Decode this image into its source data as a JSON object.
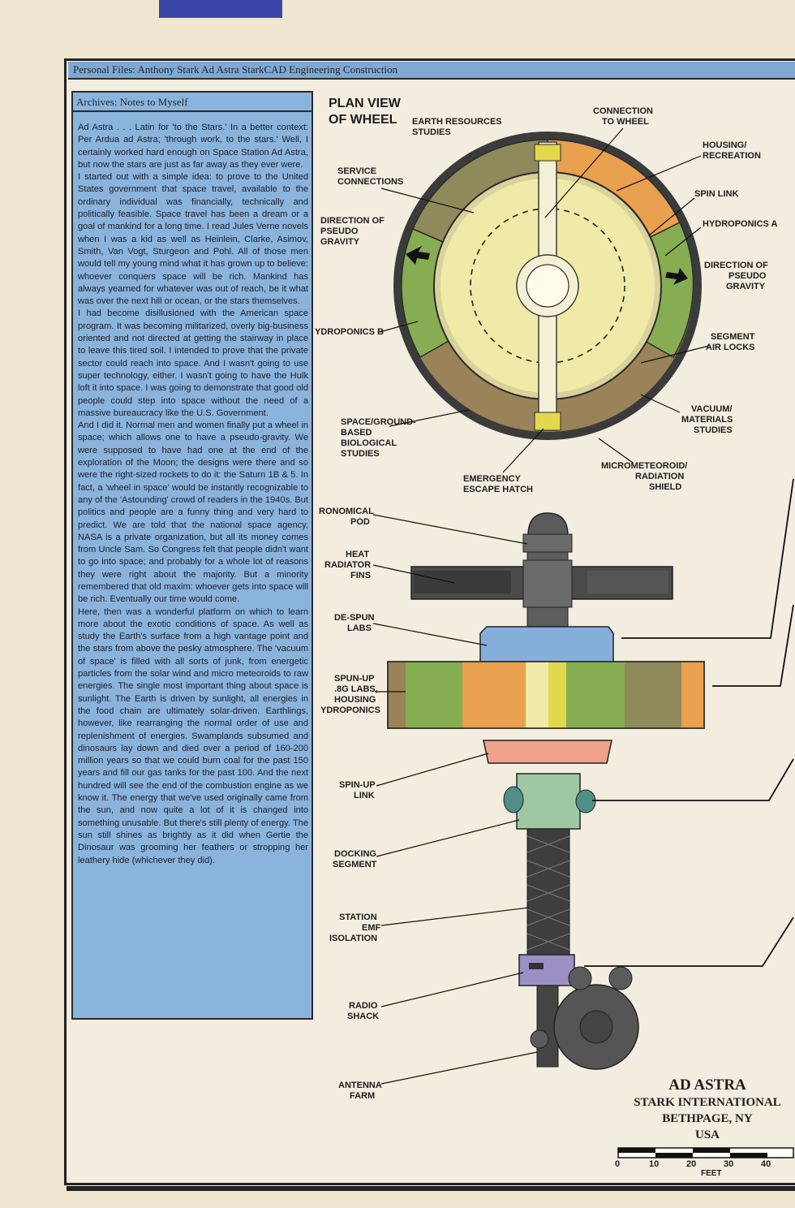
{
  "header": "Personal Files: Anthony Stark   Ad Astra   StarkCAD Engineering Construction",
  "notes": {
    "title": "Archives: Notes to Myself",
    "paragraphs": [
      "Ad Astra . . . Latin for 'to the Stars.' In a better context: Per Ardua ad Astra; 'through work, to the stars.' Well, I certainly worked hard enough on Space Station Ad Astra, but now the stars are just as far away as they ever were.",
      "I started out with a simple idea: to prove to the United States government that space travel, available to the ordinary individual was financially, technically and politically feasible. Space travel has been a dream or a goal of mankind for a long time. I read Jules Verne novels when I was a kid as well as Heinlein, Clarke, Asimov, Smith, Van Vogt, Sturgeon and Pohl. All of those men would tell my young mind what it has grown up to believe: whoever conquers space will be rich. Mankind has always yearned for whatever was out of reach, be it what was over the next hill or ocean, or the stars themselves.",
      "I had become disillusioned with the American space program. It was becoming militarized, overly big-business oriented and not directed at getting the stairway in place to leave this tired soil. I intended to prove that the private sector could reach into space. And I wasn't going to use super technology, either. I wasn't going to have the Hulk loft it into space. I was going to demonstrate that good old people could step into space without the need of a massive bureaucracy like the U.S. Government.",
      "And I did it. Normal men and women finally put a wheel in space; which allows one to have a pseudo-gravity. We were supposed to have had one at the end of the exploration of the Moon; the designs were there and so were the right-sized rockets to do it: the Saturn 1B & 5. In fact, a 'wheel in space' would be instantly recognizable to any of the 'Astounding' crowd of readers in the 1940s. But politics and people are a funny thing and very hard to predict. We are told that the national space agency, NASA is a private organization, but all its money comes from Uncle Sam. So Congress felt that people didn't want to go into space; and probably for a whole lot of reasons they were right about the majority. But a minority remembered that old maxim: whoever gets into space will be rich. Eventually our time would come.",
      "Here, then was a wonderful platform on which to learn more about the exotic conditions of space. As well as study the Earth's surface from a high vantage point and the stars from above the pesky atmosphere. The 'vacuum of space' is filled with all sorts of junk, from energetic particles from the solar wind and micro meteoroids to raw energies. The single most important thing about space is sunlight. The Earth is driven by sunlight, all energies in the food chain are ultimately solar-driven. Earthlings, however, like rearranging the normal order of use and replenishment of energies. Swamplands subsumed and dinosaurs lay down and died over a period of 160-200 million years so that we could burn coal for the past 150 years and fill our gas tanks for the past 100. And the next hundred will see the end of the combustion engine as we know it. The energy that we've used originally came from the sun, and now quite a lot of it is changed into something unusable. But there's still plenty of energy. The sun still shines as brightly as it did when Gertie the Dinosaur was grooming her feathers or stropping her leathery hide (whichever they did)."
    ]
  },
  "plan": {
    "title_1": "PLAN VIEW",
    "title_2": "OF WHEEL",
    "earth_resources": [
      "EARTH RESOURCES",
      "STUDIES"
    ],
    "connection": [
      "CONNECTION",
      "TO WHEEL"
    ],
    "housing": [
      "HOUSING/",
      "RECREATION"
    ],
    "service": [
      "SERVICE",
      "CONNECTIONS"
    ],
    "spin_link": "SPIN LINK",
    "hydroponics_a": "HYDROPONICS A",
    "dir_left": [
      "DIRECTION OF",
      "PSEUDO",
      "GRAVITY"
    ],
    "dir_right": [
      "DIRECTION OF",
      "PSEUDO",
      "GRAVITY"
    ],
    "hydroponics_b": "YDROPONICS B",
    "airlocks": [
      "SEGMENT",
      "AIR LOCKS"
    ],
    "space_ground": [
      "SPACE/GROUND-",
      "BASED",
      "BIOLOGICAL",
      "STUDIES"
    ],
    "vacuum": [
      "VACUUM/",
      "MATERIALS",
      "STUDIES"
    ],
    "emergency": [
      "EMERGENCY",
      "ESCAPE HATCH"
    ],
    "micrometeoroid": [
      "MICROMETEOROID/",
      "RADIATION",
      "SHIELD"
    ]
  },
  "side": {
    "astro_pod": [
      "RONOMICAL",
      "POD"
    ],
    "heat": [
      "HEAT",
      "RADIATOR",
      "FINS"
    ],
    "despun": [
      "DE-SPUN",
      "LABS"
    ],
    "spunup": [
      "SPUN-UP",
      ".8G LABS,",
      "HOUSING",
      "YDROPONICS"
    ],
    "spin_up": [
      "SPIN-UP",
      "LINK"
    ],
    "docking": [
      "DOCKING",
      "SEGMENT"
    ],
    "emf": [
      "STATION",
      "EMF",
      "ISOLATION"
    ],
    "radio": [
      "RADIO",
      "SHACK"
    ],
    "antenna": [
      "ANTENNA",
      "FARM"
    ]
  },
  "stamp": {
    "line1": "AD ASTRA",
    "line2": "STARK INTERNATIONAL",
    "line3": "BETHPAGE, NY",
    "line4": "USA"
  },
  "scale": {
    "ticks": [
      "0",
      "10",
      "20",
      "30",
      "40"
    ],
    "unit": "FEET"
  },
  "colors": {
    "panel_blue": "#8ab4dc",
    "header_blue": "#7fa9d2",
    "olive": "#8f8a5c",
    "orange": "#e9a04f",
    "green": "#86ad52",
    "brown": "#9a8358",
    "yellow": "#e2d84b",
    "cream": "#efeaa8"
  }
}
